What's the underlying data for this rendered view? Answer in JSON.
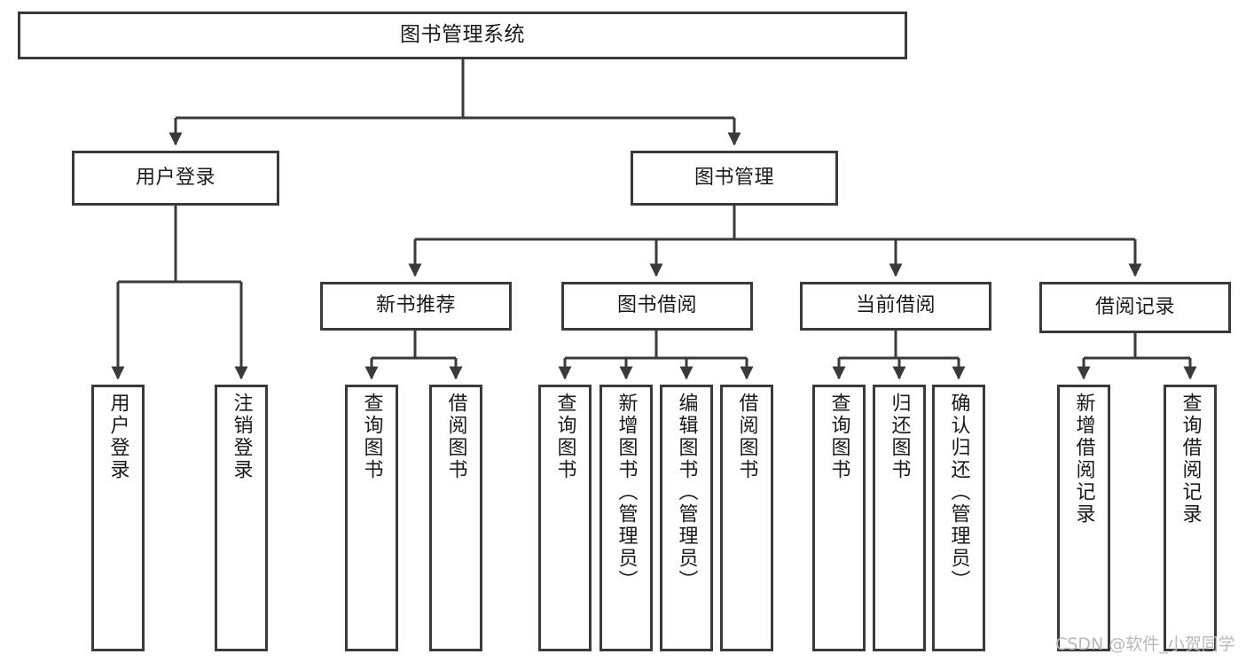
{
  "diagram": {
    "title": "图书管理系统",
    "type": "tree-hierarchy",
    "orientation": "top-down",
    "colors": {
      "node_border": "#3a3a3a",
      "node_fill": "#ffffff",
      "edge": "#3a3a3a",
      "text": "#1a1a1a",
      "watermark": "#b9b9b9"
    },
    "watermark": "CSDN @软件_小贺同学"
  },
  "nodes": {
    "root": {
      "label": "图书管理系统"
    },
    "level2": [
      {
        "id": "user-login",
        "label": "用户登录"
      },
      {
        "id": "book-management",
        "label": "图书管理"
      }
    ],
    "level3": [
      {
        "id": "new-book-recommend",
        "label": "新书推荐",
        "parent": "book-management"
      },
      {
        "id": "book-borrow",
        "label": "图书借阅",
        "parent": "book-management"
      },
      {
        "id": "current-borrow",
        "label": "当前借阅",
        "parent": "book-management"
      },
      {
        "id": "borrow-record",
        "label": "借阅记录",
        "parent": "book-management"
      }
    ],
    "leaves": {
      "user_login": [
        {
          "id": "leaf-user-login",
          "label": "用户登录"
        },
        {
          "id": "leaf-user-logout",
          "label": "注销登录"
        }
      ],
      "new_book_recommend": [
        {
          "id": "leaf-query-book-1",
          "label": "查询图书"
        },
        {
          "id": "leaf-borrow-book-1",
          "label": "借阅图书"
        }
      ],
      "book_borrow": [
        {
          "id": "leaf-query-book-2",
          "label": "查询图书"
        },
        {
          "id": "leaf-add-book",
          "label": "新增图书（管理员）"
        },
        {
          "id": "leaf-edit-book",
          "label": "编辑图书（管理员）"
        },
        {
          "id": "leaf-borrow-book-2",
          "label": "借阅图书"
        }
      ],
      "current_borrow": [
        {
          "id": "leaf-query-book-3",
          "label": "查询图书"
        },
        {
          "id": "leaf-return-book",
          "label": "归还图书"
        },
        {
          "id": "leaf-confirm-return",
          "label": "确认归还（管理员）"
        }
      ],
      "borrow_record": [
        {
          "id": "leaf-add-record",
          "label": "新增借阅记录"
        },
        {
          "id": "leaf-query-record",
          "label": "查询借阅记录"
        }
      ]
    }
  }
}
